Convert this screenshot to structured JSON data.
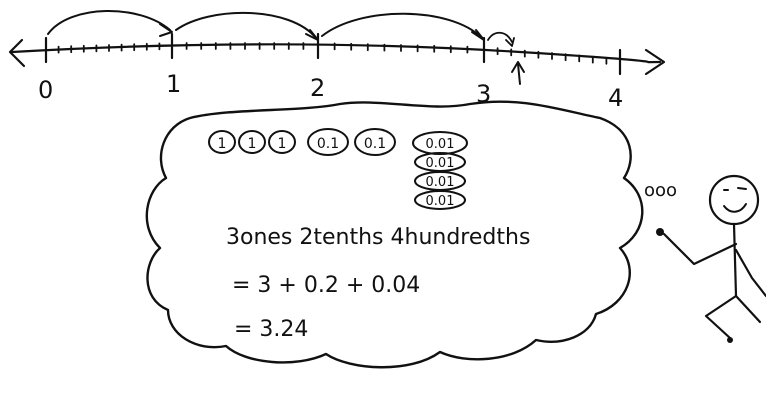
{
  "number_line": {
    "tick_labels": [
      "0",
      "1",
      "2",
      "3",
      "4"
    ]
  },
  "place_value": {
    "ones_chips": [
      "1",
      "1",
      "1"
    ],
    "tenths_chips": [
      "0.1",
      "0.1"
    ],
    "hundredths_chips": [
      "0.01",
      "0.01",
      "0.01",
      "0.01"
    ]
  },
  "expression": {
    "line1": "3ones 2tenths 4hundredths",
    "line2": "= 3 + 0.2 + 0.04",
    "line3": "= 3.24"
  },
  "figure": {
    "thought_dots": "ooo"
  }
}
